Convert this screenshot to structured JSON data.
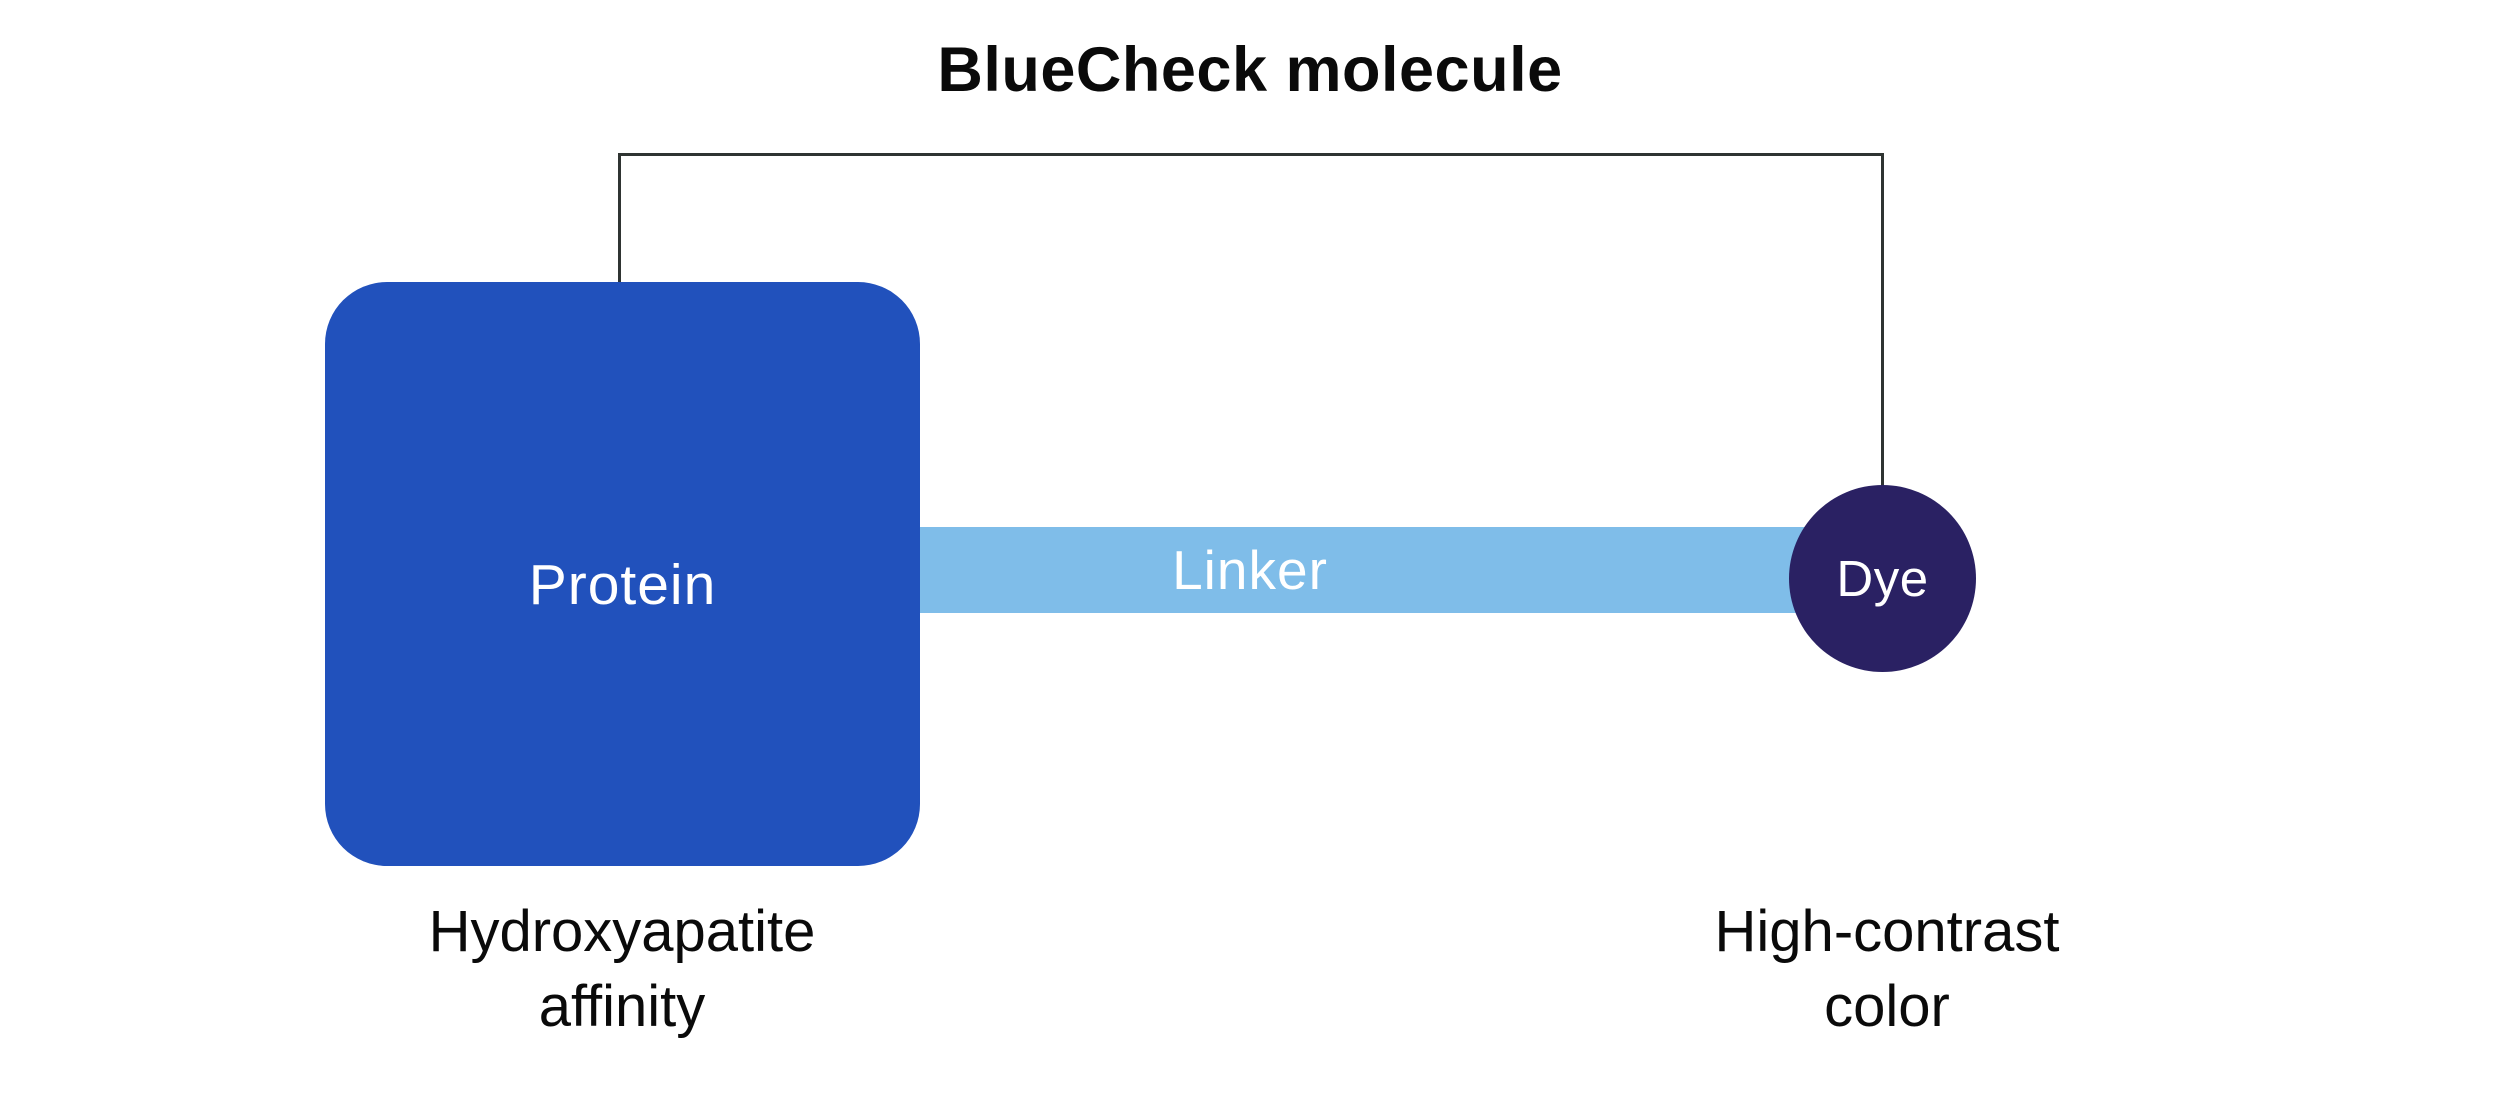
{
  "title": "BlueCheck molecule",
  "molecule": {
    "protein": {
      "label": "Protein",
      "caption": [
        "Hydroxyapatite",
        "affinity"
      ],
      "fill": "#2151bc"
    },
    "linker": {
      "label": "Linker",
      "fill": "#7fbde9"
    },
    "dye": {
      "label": "Dye",
      "caption": [
        "High-contrast",
        "color"
      ],
      "fill": "#2a2163"
    }
  },
  "colors": {
    "background": "#ffffff",
    "bracket_line": "#2f3432",
    "caption_text": "#0a0a0a",
    "node_label_text": "#ffffff"
  }
}
